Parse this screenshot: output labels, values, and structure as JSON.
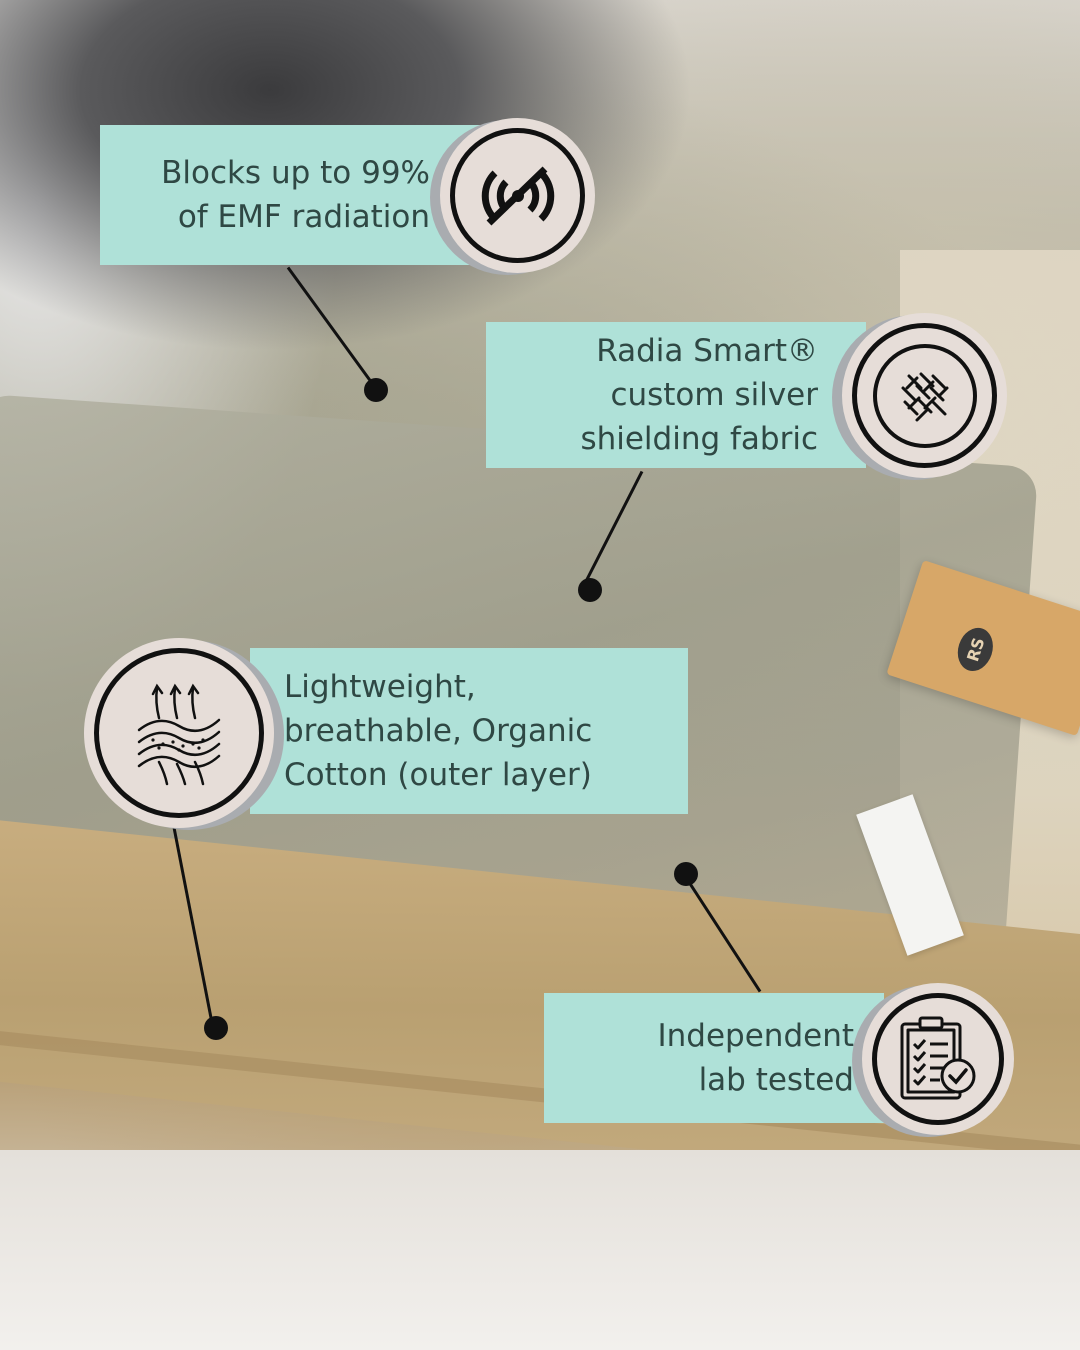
{
  "colors": {
    "callout_bg": "#afe1d8",
    "callout_text": "#2f4844",
    "badge_bg": "#e6ddd8",
    "badge_shadow": "#a9acb0",
    "ink": "#111111"
  },
  "product_tag": {
    "logo_text": "RS"
  },
  "callouts": [
    {
      "id": "emf",
      "text": "Blocks up to 99%\nof EMF radiation",
      "icon": "no-signal-icon"
    },
    {
      "id": "fabric",
      "text": "Radia Smart®\ncustom silver\nshielding fabric",
      "icon": "woven-fabric-icon"
    },
    {
      "id": "cotton",
      "text": "Lightweight,\nbreathable, Organic\nCotton (outer layer)",
      "icon": "breathable-fabric-icon"
    },
    {
      "id": "lab",
      "text": "Independent\nlab tested",
      "icon": "clipboard-check-icon"
    }
  ]
}
